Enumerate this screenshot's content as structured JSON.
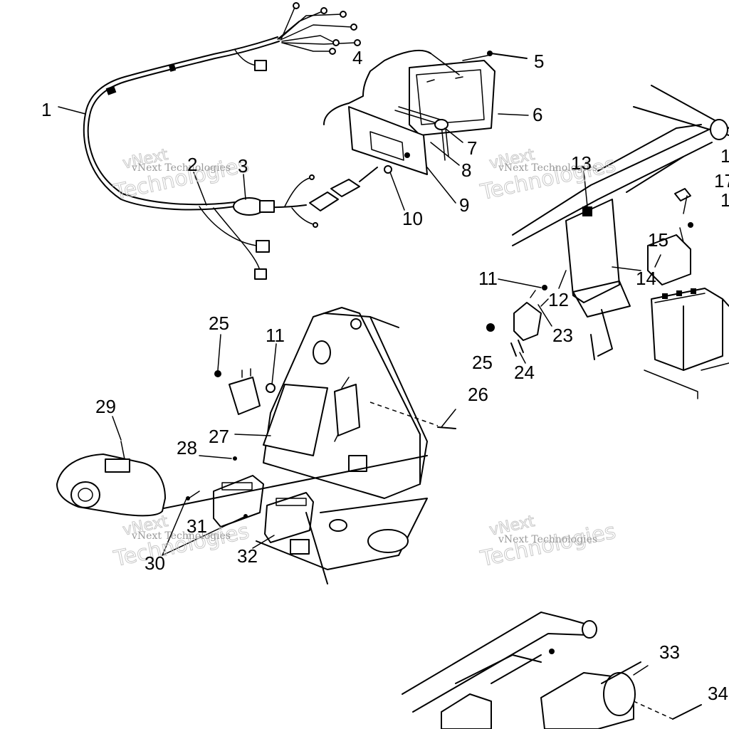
{
  "labels": [
    {
      "id": "1",
      "text": "1"
    },
    {
      "id": "2",
      "text": "2"
    },
    {
      "id": "3",
      "text": "3"
    },
    {
      "id": "4",
      "text": "4"
    },
    {
      "id": "5",
      "text": "5"
    },
    {
      "id": "6",
      "text": "6"
    },
    {
      "id": "7",
      "text": "7"
    },
    {
      "id": "8",
      "text": "8"
    },
    {
      "id": "9",
      "text": "9"
    },
    {
      "id": "10",
      "text": "10"
    },
    {
      "id": "11a",
      "text": "11"
    },
    {
      "id": "11b",
      "text": "11"
    },
    {
      "id": "12",
      "text": "12"
    },
    {
      "id": "13",
      "text": "13"
    },
    {
      "id": "14",
      "text": "14"
    },
    {
      "id": "15",
      "text": "15"
    },
    {
      "id": "16",
      "text": "1"
    },
    {
      "id": "17",
      "text": "17"
    },
    {
      "id": "18",
      "text": "1"
    },
    {
      "id": "23",
      "text": "23"
    },
    {
      "id": "24",
      "text": "24"
    },
    {
      "id": "25a",
      "text": "25"
    },
    {
      "id": "25b",
      "text": "25"
    },
    {
      "id": "26",
      "text": "26"
    },
    {
      "id": "27",
      "text": "27"
    },
    {
      "id": "28",
      "text": "28"
    },
    {
      "id": "29",
      "text": "29"
    },
    {
      "id": "30",
      "text": "30"
    },
    {
      "id": "31",
      "text": "31"
    },
    {
      "id": "32",
      "text": "32"
    },
    {
      "id": "33",
      "text": "33"
    },
    {
      "id": "34",
      "text": "34"
    }
  ],
  "watermarks": [
    {
      "small": "vNext Technologies",
      "big1": "vNext",
      "big2": "Technologies"
    },
    {
      "small": "vNext Technologies",
      "big1": "vNext",
      "big2": "Technologies"
    },
    {
      "small": "vNext Technologies",
      "big1": "vNext",
      "big2": "Technologies"
    },
    {
      "small": "vNext Technologies",
      "big1": "vNext",
      "big2": "Technologies"
    }
  ]
}
